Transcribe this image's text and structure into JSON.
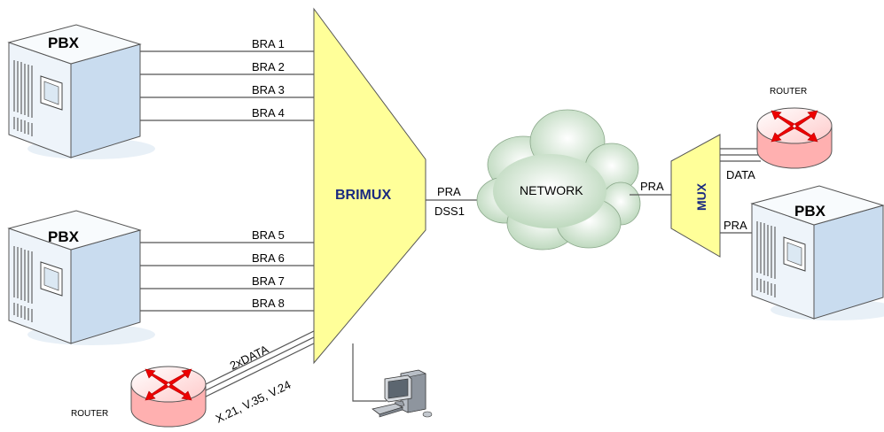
{
  "labels": {
    "pbx_top": "PBX",
    "pbx_mid": "PBX",
    "pbx_right": "PBX",
    "brimux": "BRIMUX",
    "network": "NETWORK",
    "mux": "MUX",
    "router_left": "ROUTER",
    "router_right": "ROUTER",
    "bra": [
      "BRA  1",
      "BRA  2",
      "BRA  3",
      "BRA  4",
      "BRA  5",
      "BRA  6",
      "BRA  7",
      "BRA  8"
    ],
    "pra_left": "PRA",
    "dss1": "DSS1",
    "pra_net": "PRA",
    "data_right": "DATA",
    "pra_right": "PRA",
    "data_left": "2xDATA",
    "interfaces": "X.21, V.35, V.24"
  },
  "colors": {
    "brimux_fill": "#ffff99",
    "mux_fill": "#ffff99",
    "server_front": "#eef4fa",
    "server_side": "#c9dcef",
    "server_top": "#f8fbfd",
    "router_body": "#ffb0b0",
    "router_arrow": "#ee0000",
    "cloud": "#d6e8d6",
    "label_blue": "#1a2a80"
  }
}
